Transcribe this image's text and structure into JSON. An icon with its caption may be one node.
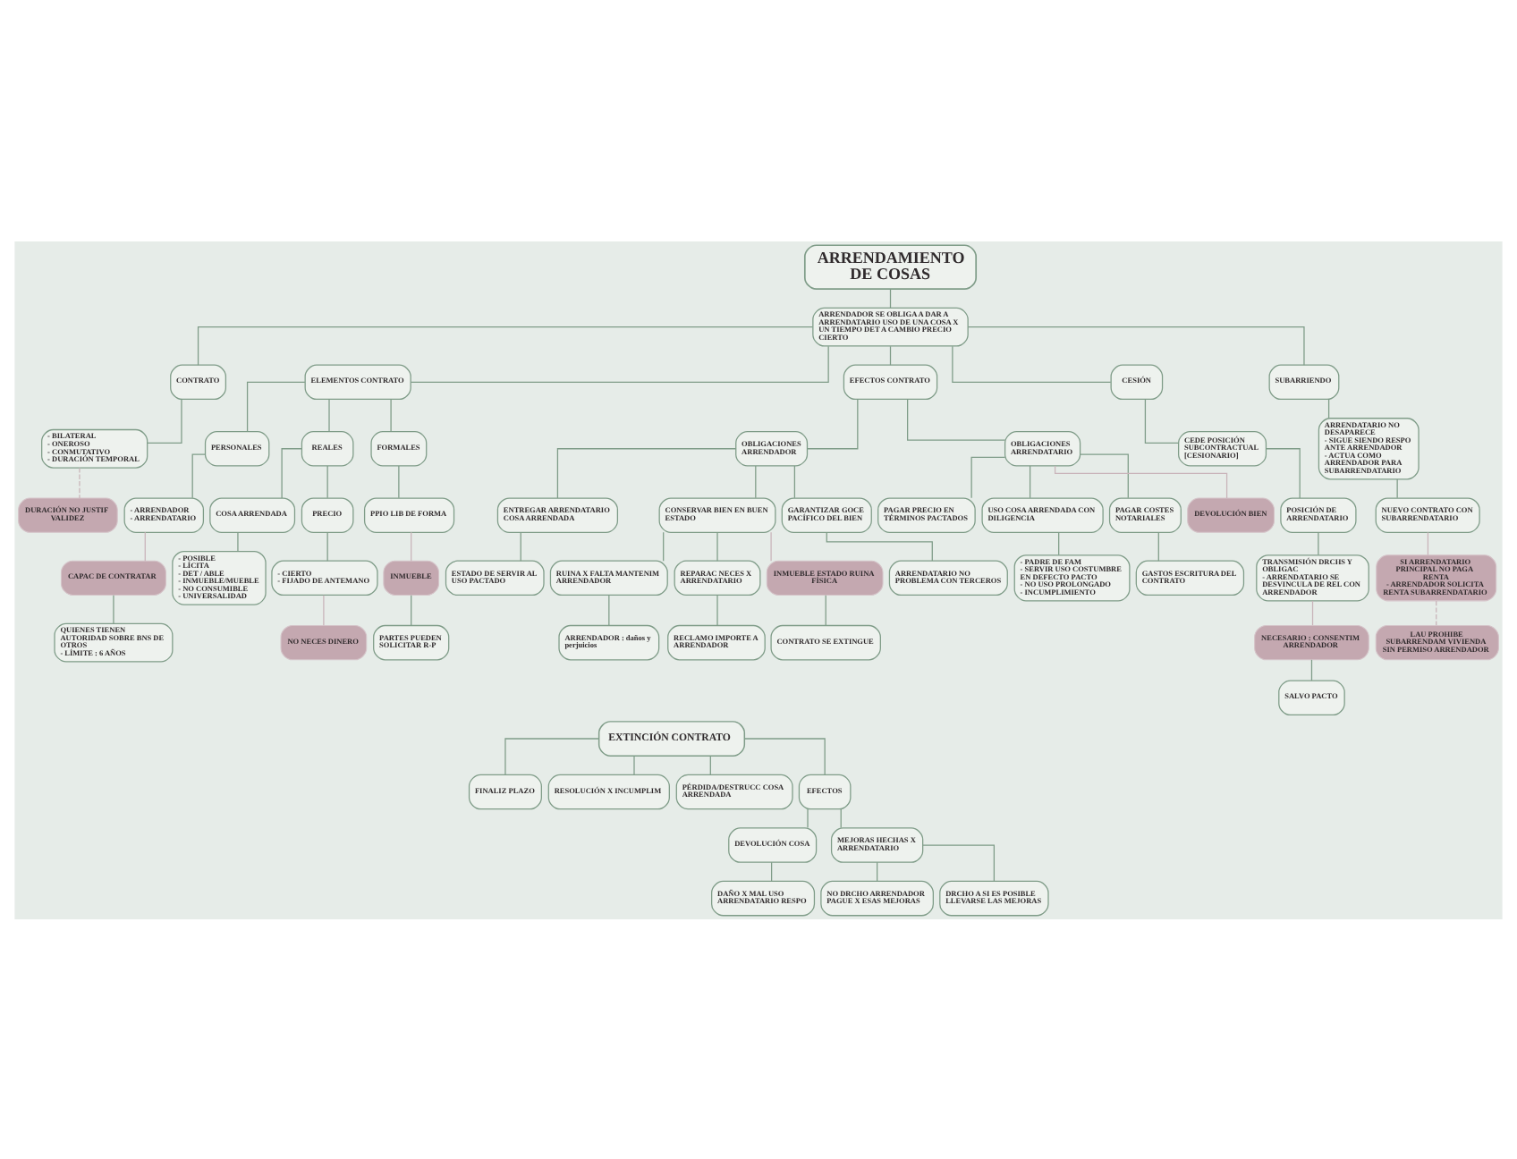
{
  "diagram": {
    "nodes": [
      {
        "text": [
          "ARRENDAMIENTO DE COSAS"
        ]
      },
      {
        "text": [
          "ARRENDADOR SE OBLIGA A DAR A ARRENDATARIO USO DE UNA COSA X UN TIEMPO DET A CAMBIO PRECIO CIERTO"
        ]
      },
      {
        "text": [
          "CONTRATO"
        ]
      },
      {
        "text": [
          "- BILATERAL - ONEROSO - CONMUTATIVO - DURACIÓN TEMPORAL"
        ]
      },
      {
        "text": [
          "DURACIÓN NO JUSTIF VALIDEZ"
        ]
      },
      {
        "text": [
          "ELEMENTOS CONTRATO"
        ]
      },
      {
        "text": [
          "PERSONALES"
        ]
      },
      {
        "text": [
          "- ARRENDADOR - ARRENDATARIO"
        ]
      },
      {
        "text": [
          "CAPAC DE CONTRATAR"
        ]
      },
      {
        "text": [
          "QUIENES TIENEN AUTORIDAD SOBRE BNS DE OTROS - LÍMITE : 6 AÑOS"
        ]
      },
      {
        "text": [
          "REALES"
        ]
      },
      {
        "text": [
          "COSA ARRENDADA"
        ]
      },
      {
        "text": [
          "- POSIBLE - LÍCITA - DET / ABLE - INMUEBLE/MUEBLE - NO CONSUMIBLE - UNIVERSALIDAD"
        ]
      },
      {
        "text": [
          "PRECIO"
        ]
      },
      {
        "text": [
          "- CIERTO - FIJADO DE ANTEMANO"
        ]
      },
      {
        "text": [
          "NO NECES DINERO"
        ]
      },
      {
        "text": [
          "FORMALES"
        ]
      },
      {
        "text": [
          "PPIO LIB DE FORMA"
        ]
      },
      {
        "text": [
          "INMUEBLE"
        ]
      },
      {
        "text": [
          "PARTES PUEDEN SOLICITAR R-P"
        ]
      },
      {
        "text": [
          "EFECTOS CONTRATO"
        ]
      },
      {
        "text": [
          "OBLIGACIONES ARRENDADOR"
        ]
      },
      {
        "text": [
          "ENTREGAR ARRENDATARIO COSA ARRENDADA"
        ]
      },
      {
        "text": [
          "ESTADO DE SERVIR AL USO PACTADO"
        ]
      },
      {
        "text": [
          "CONSERVAR BIEN EN BUEN ESTADO"
        ]
      },
      {
        "text": [
          "RUINA X FALTA MANTENIM ARRENDADOR"
        ]
      },
      {
        "text": [
          "ARRENDADOR : daños y perjuicios"
        ]
      },
      {
        "text": [
          "REPARAC NECES X ARRENDATARIO"
        ]
      },
      {
        "text": [
          "RECLAMO IMPORTE A ARRENDADOR"
        ]
      },
      {
        "text": [
          "GARANTIZAR GOCE PACÍFICO DEL BIEN"
        ]
      },
      {
        "text": [
          "ARRENDATARIO NO PROBLEMA CON TERCEROS"
        ]
      },
      {
        "text": [
          "INMUEBLE ESTADO RUINA FÍSICA"
        ]
      },
      {
        "text": [
          "CONTRATO SE EXTINGUE"
        ]
      },
      {
        "text": [
          "OBLIGACIONES ARRENDATARIO"
        ]
      },
      {
        "text": [
          "PAGAR PRECIO EN TÉRMINOS PACTADOS"
        ]
      },
      {
        "text": [
          "USO COSA ARRENDADA CON DILIGENCIA"
        ]
      },
      {
        "text": [
          "- PADRE DE FAM - SERVIR USO COSTUMBRE EN DEFECTO PACTO - NO USO PROLONGADO - INCUMPLIMIENTO"
        ]
      },
      {
        "text": [
          "PAGAR COSTES NOTARIALES"
        ]
      },
      {
        "text": [
          "GASTOS ESCRITURA DEL CONTRATO"
        ]
      },
      {
        "text": [
          "DEVOLUCIÓN BIEN"
        ]
      },
      {
        "text": [
          "CESIÓN"
        ]
      },
      {
        "text": [
          "CEDE POSICIÓN SUBCONTRACTUAL [CESIONARIO]"
        ]
      },
      {
        "text": [
          "POSICIÓN DE ARRENDATARIO"
        ]
      },
      {
        "text": [
          "TRANSMISIÓN DRCHS Y OBLIGAC - ARRENDATARIO SE DESVINCULA DE REL CON ARRENDADOR"
        ]
      },
      {
        "text": [
          "NECESARIO : CONSENTIM ARRENDADOR"
        ]
      },
      {
        "text": [
          "SALVO PACTO"
        ]
      },
      {
        "text": [
          "SUBARRIENDO"
        ]
      },
      {
        "text": [
          "ARRENDATARIO NO DESAPARECE - SIGUE SIENDO RESPO ANTE ARRENDADOR - ACTUA COMO ARRENDADOR PARA SUBARRENDATARIO"
        ]
      },
      {
        "text": [
          "NUEVO CONTRATO CON SUBARRENDATARIO"
        ]
      },
      {
        "text": [
          "SI ARRENDATARIO PRINCIPAL NO PAGA RENTA - ARRENDADOR SOLICITA RENTA SUBARRENDATARIO"
        ]
      },
      {
        "text": [
          "LAU PROHIBE SUBARRENDAM VIVIENDA SIN PERMISO ARRENDADOR"
        ]
      },
      {
        "text": [
          "EXTINCIÓN CONTRATO"
        ]
      },
      {
        "text": [
          "FINALIZ PLAZO"
        ]
      },
      {
        "text": [
          "RESOLUCIÓN X INCUMPLIM"
        ]
      },
      {
        "text": [
          "PÉRDIDA/DESTRUCC COSA ARRENDADA"
        ]
      },
      {
        "text": [
          "EFECTOS"
        ]
      },
      {
        "text": [
          "DEVOLUCIÓN COSA"
        ]
      },
      {
        "text": [
          "DAÑO X MAL USO ARRENDATARIO RESPO"
        ]
      },
      {
        "text": [
          "MEJORAS HECHAS X ARRENDATARIO"
        ]
      },
      {
        "text": [
          "NO DRCHO ARRENDADOR PAGUE X ESAS MEJORAS"
        ]
      },
      {
        "text": [
          "DRCHO A SI ES POSIBLE LLEVARSE LAS MEJORAS"
        ]
      }
    ],
    "edges": [
      {
        "from": 0,
        "to": 1,
        "arrow": "none"
      },
      {
        "from": 1,
        "to": 2,
        "arrow": "none"
      },
      {
        "from": 1,
        "to": 5,
        "arrow": "none"
      },
      {
        "from": 1,
        "to": 20,
        "arrow": "none"
      },
      {
        "from": 1,
        "to": 40,
        "arrow": "none"
      },
      {
        "from": 1,
        "to": 46,
        "arrow": "none"
      },
      {
        "from": 2,
        "to": 3,
        "arrow": "none"
      },
      {
        "from": 3,
        "to": 4,
        "arrow": "none",
        "style": "dashed",
        "color": "#c9b4ba"
      },
      {
        "from": 5,
        "to": 6,
        "arrow": "none"
      },
      {
        "from": 5,
        "to": 10,
        "arrow": "none"
      },
      {
        "from": 5,
        "to": 16,
        "arrow": "none"
      },
      {
        "from": 6,
        "to": 7,
        "arrow": "none"
      },
      {
        "from": 7,
        "to": 8,
        "arrow": "none",
        "color": "#c9b4ba"
      },
      {
        "from": 8,
        "to": 9,
        "arrow": "none"
      },
      {
        "from": 10,
        "to": 11,
        "arrow": "none"
      },
      {
        "from": 10,
        "to": 13,
        "arrow": "none"
      },
      {
        "from": 11,
        "to": 12,
        "arrow": "none"
      },
      {
        "from": 13,
        "to": 14,
        "arrow": "none"
      },
      {
        "from": 14,
        "to": 15,
        "arrow": "none",
        "color": "#c9b4ba"
      },
      {
        "from": 16,
        "to": 17,
        "arrow": "none"
      },
      {
        "from": 17,
        "to": 18,
        "arrow": "none",
        "color": "#c9b4ba"
      },
      {
        "from": 18,
        "to": 19,
        "arrow": "none"
      },
      {
        "from": 20,
        "to": 21,
        "arrow": "none"
      },
      {
        "from": 20,
        "to": 33,
        "arrow": "none"
      },
      {
        "from": 21,
        "to": 22,
        "arrow": "none"
      },
      {
        "from": 21,
        "to": 24,
        "arrow": "none"
      },
      {
        "from": 21,
        "to": 29,
        "arrow": "none"
      },
      {
        "from": 22,
        "to": 23,
        "arrow": "none"
      },
      {
        "from": 24,
        "to": 25,
        "arrow": "none"
      },
      {
        "from": 24,
        "to": 27,
        "arrow": "none"
      },
      {
        "from": 25,
        "to": 26,
        "arrow": "none"
      },
      {
        "from": 27,
        "to": 28,
        "arrow": "none"
      },
      {
        "from": 24,
        "to": 31,
        "arrow": "none",
        "color": "#c9b4ba"
      },
      {
        "from": 31,
        "to": 32,
        "arrow": "none"
      },
      {
        "from": 29,
        "to": 30,
        "arrow": "none"
      },
      {
        "from": 33,
        "to": 34,
        "arrow": "none"
      },
      {
        "from": 33,
        "to": 35,
        "arrow": "none"
      },
      {
        "from": 33,
        "to": 37,
        "arrow": "none"
      },
      {
        "from": 35,
        "to": 36,
        "arrow": "none"
      },
      {
        "from": 37,
        "to": 38,
        "arrow": "none"
      },
      {
        "from": 33,
        "to": 39,
        "arrow": "none",
        "color": "#c9b4ba"
      },
      {
        "from": 40,
        "to": 41,
        "arrow": "none"
      },
      {
        "from": 41,
        "to": 42,
        "arrow": "none"
      },
      {
        "from": 42,
        "to": 43,
        "arrow": "none"
      },
      {
        "from": 43,
        "to": 44,
        "arrow": "none",
        "color": "#c9b4ba"
      },
      {
        "from": 44,
        "to": 45,
        "arrow": "none"
      },
      {
        "from": 46,
        "to": 47,
        "arrow": "none"
      },
      {
        "from": 47,
        "to": 48,
        "arrow": "none"
      },
      {
        "from": 48,
        "to": 49,
        "arrow": "none",
        "color": "#c9b4ba"
      },
      {
        "from": 49,
        "to": 50,
        "arrow": "none",
        "style": "dashed",
        "color": "#c9b4ba"
      },
      {
        "from": 51,
        "to": 52,
        "arrow": "none"
      },
      {
        "from": 51,
        "to": 53,
        "arrow": "none"
      },
      {
        "from": 51,
        "to": 54,
        "arrow": "none"
      },
      {
        "from": 51,
        "to": 55,
        "arrow": "none"
      },
      {
        "from": 55,
        "to": 56,
        "arrow": "none"
      },
      {
        "from": 55,
        "to": 58,
        "arrow": "none"
      },
      {
        "from": 56,
        "to": 57,
        "arrow": "none"
      },
      {
        "from": 58,
        "to": 59,
        "arrow": "none"
      },
      {
        "from": 58,
        "to": 60,
        "arrow": "none"
      }
    ]
  }
}
